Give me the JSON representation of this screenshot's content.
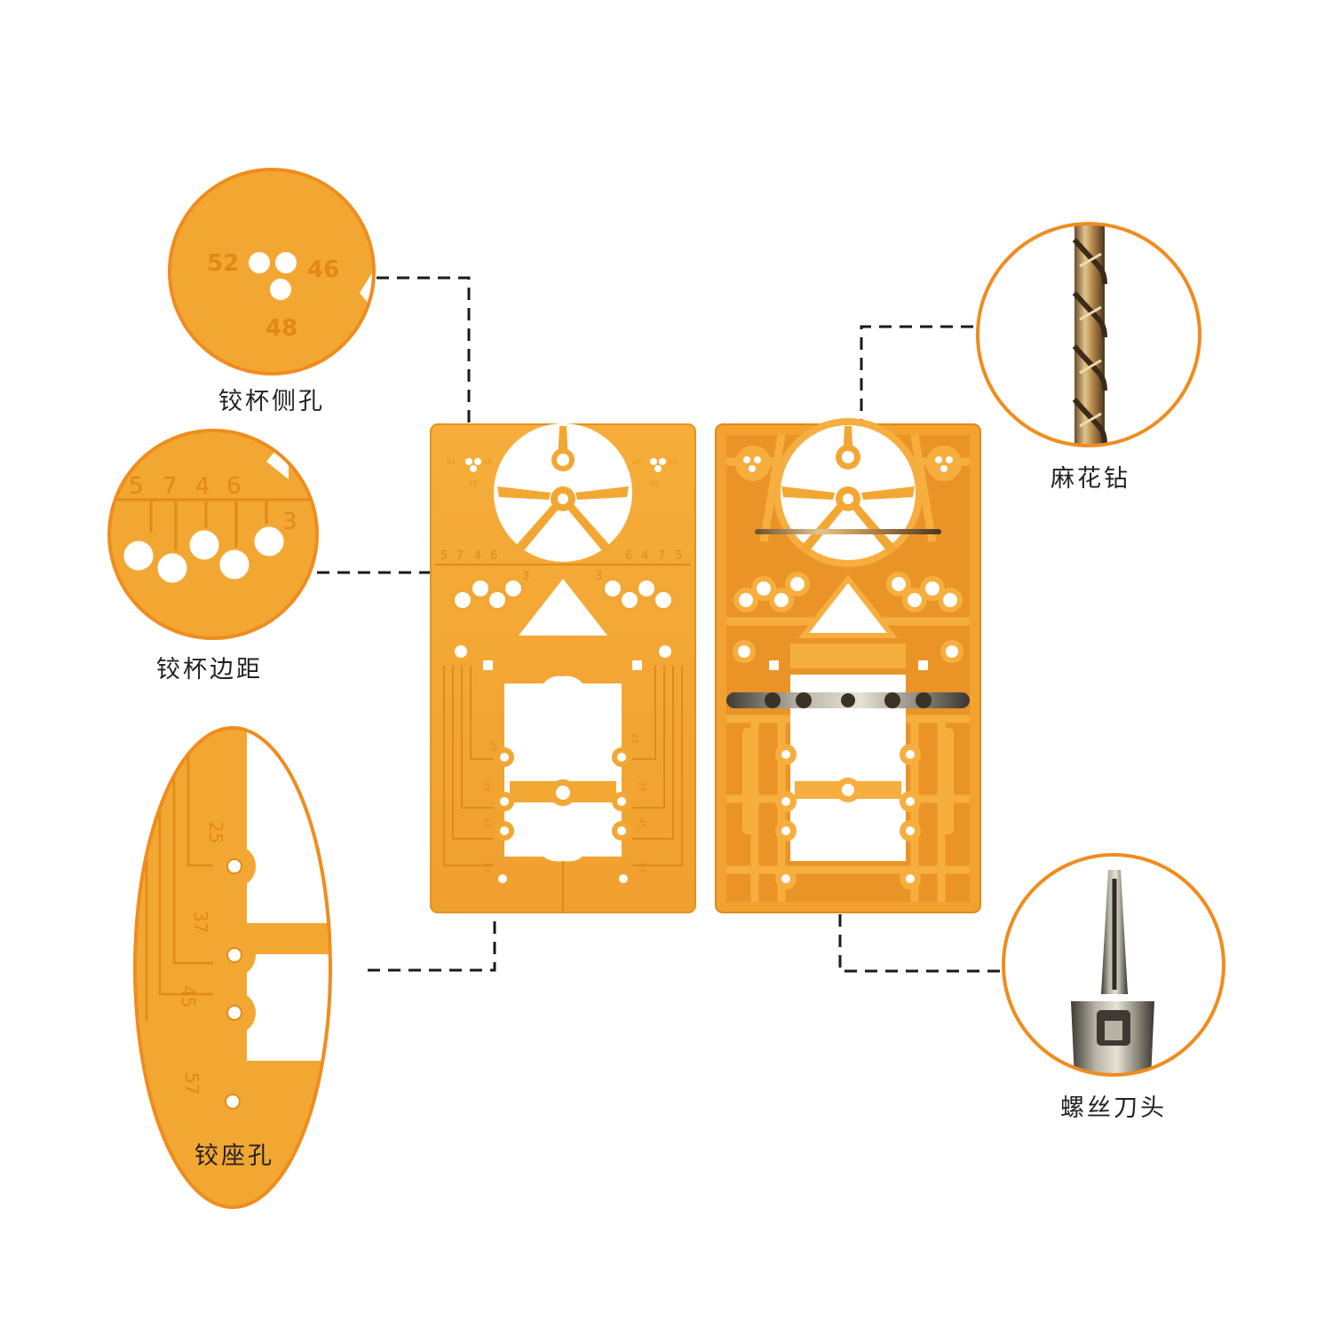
{
  "colors": {
    "background": "#ffffff",
    "plate": "#f3a733",
    "plate_dark": "#e58e1f",
    "plate_back": "#ee9a2c",
    "accent_ring": "#f08c1e",
    "connector": "#1a1a1a",
    "label": "#222222",
    "metal_gold": "#c9a15a",
    "metal_dark": "#3b3228",
    "metal_steel": "#8d8a82"
  },
  "callouts": {
    "hinge_side_holes": {
      "label": "铰杯侧孔",
      "numbers": [
        "52",
        "46",
        "48"
      ]
    },
    "hinge_edge_distance": {
      "label": "铰杯边距",
      "numbers": [
        "5",
        "7",
        "4",
        "6",
        "3"
      ]
    },
    "hinge_base_holes": {
      "label": "铰座孔",
      "numbers": [
        "25",
        "37",
        "45",
        "57"
      ]
    },
    "twist_drill": {
      "label": "麻花钻",
      "icon": "twist-drill-icon"
    },
    "screwdriver_bit": {
      "label": "螺丝刀头",
      "icon": "screwdriver-bit-icon"
    }
  },
  "plate_front": {
    "corner_numbers_left": [
      "52",
      "46",
      "48"
    ],
    "corner_numbers_right": [
      "46",
      "52",
      "48"
    ],
    "edge_numbers_left": [
      "5",
      "7",
      "4",
      "6",
      "3"
    ],
    "edge_numbers_right": [
      "3",
      "6",
      "4",
      "7",
      "5"
    ],
    "base_numbers_left": [
      "25",
      "37",
      "45",
      "57"
    ],
    "base_numbers_right": [
      "25",
      "37",
      "45",
      "57"
    ]
  }
}
